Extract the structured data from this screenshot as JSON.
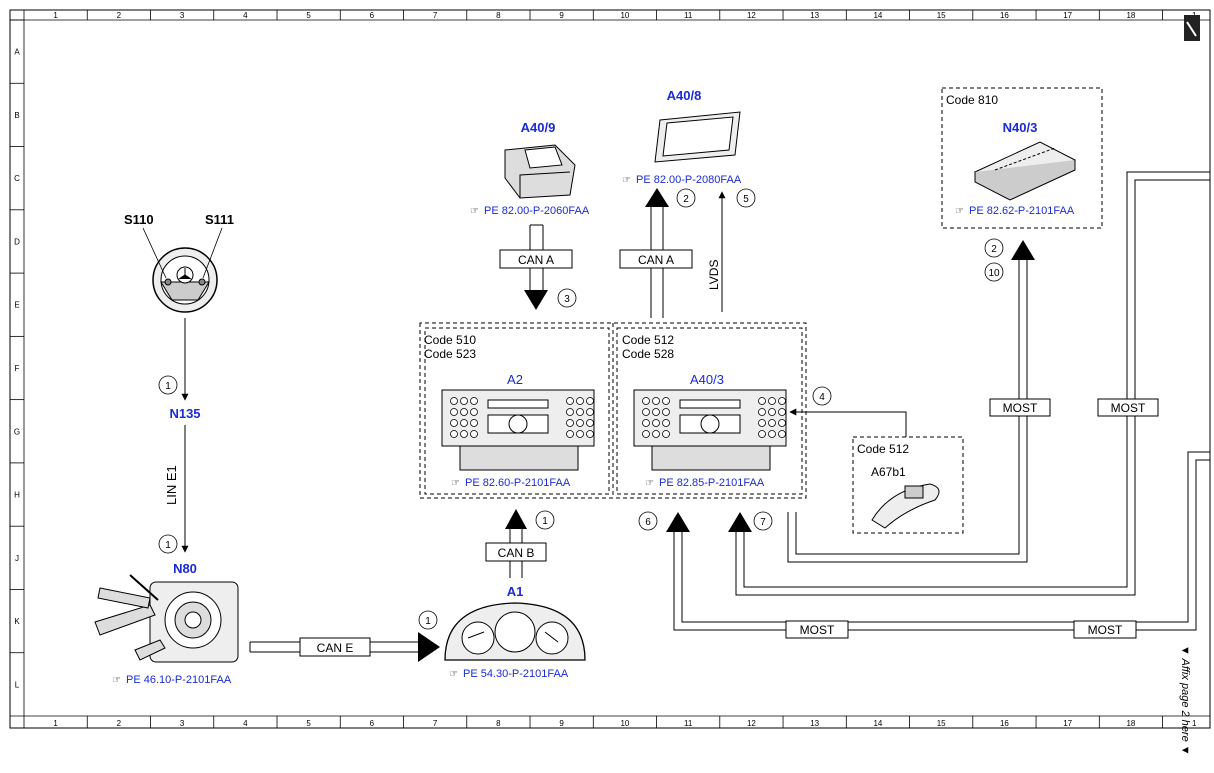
{
  "grid": {
    "columns": [
      "1",
      "2",
      "3",
      "4",
      "5",
      "6",
      "7",
      "8",
      "9",
      "10",
      "11",
      "12",
      "13",
      "14",
      "15",
      "16",
      "17",
      "18",
      "1"
    ],
    "rows": [
      "A",
      "B",
      "C",
      "D",
      "E",
      "F",
      "G",
      "H",
      "J",
      "K",
      "L"
    ]
  },
  "components": {
    "s110": "S110",
    "s111": "S111",
    "n135": "N135",
    "n80": "N80",
    "a1": "A1",
    "a2": "A2",
    "a40_3": "A40/3",
    "a40_9": "A40/9",
    "a40_8": "A40/8",
    "n40_3": "N40/3",
    "a67b1": "A67b1"
  },
  "references": {
    "n80": "PE 46.10-P-2101FAA",
    "a1": "PE 54.30-P-2101FAA",
    "a2": "PE 82.60-P-2101FAA",
    "a40_3": "PE 82.85-P-2101FAA",
    "a40_9": "PE 82.00-P-2060FAA",
    "a40_8": "PE 82.00-P-2080FAA",
    "n40_3": "PE 82.62-P-2101FAA"
  },
  "codes": {
    "left_box": [
      "Code 510",
      "Code 523"
    ],
    "right_box": [
      "Code 512",
      "Code 528"
    ],
    "n40_3_box": "Code 810",
    "a67b1_box": "Code 512"
  },
  "buses": {
    "can_a": "CAN A",
    "can_b": "CAN B",
    "can_e": "CAN E",
    "lin_e1": "LIN E1",
    "lvds": "LVDS",
    "most": "MOST"
  },
  "callouts": [
    "1",
    "2",
    "3",
    "4",
    "5",
    "6",
    "7",
    "10"
  ],
  "side_note": "▼ Affix page 2 here ▼",
  "colors": {
    "component_label": "#1a2bd6",
    "line": "#000000"
  }
}
